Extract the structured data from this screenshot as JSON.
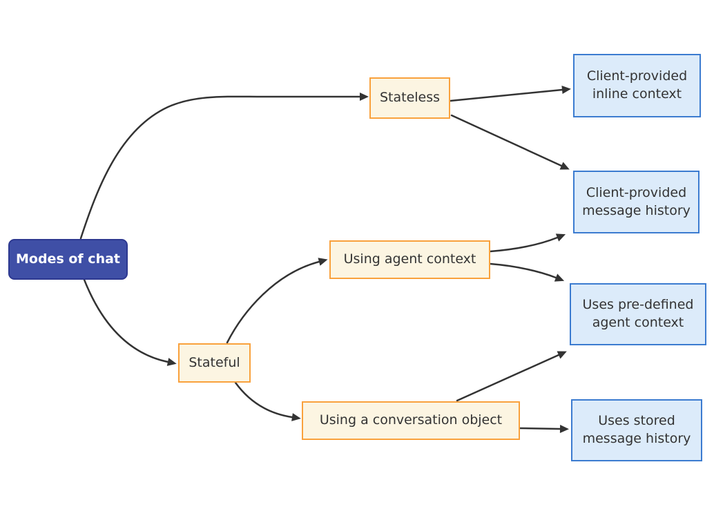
{
  "diagram": {
    "type": "flowchart",
    "orientation": "left-to-right",
    "title": "Modes of chat",
    "colors": {
      "background": "#FFFFFF",
      "edge_stroke": "#333333",
      "root_fill": "#3F4FA6",
      "root_border": "#2D3890",
      "root_text": "#FFFFFF",
      "branch_fill": "#FCF5E2",
      "branch_border": "#F9A13C",
      "leaf_fill": "#DCEBFA",
      "leaf_border": "#3B7BD0",
      "node_text": "#333333"
    },
    "nodes": {
      "root": {
        "label": "Modes of chat"
      },
      "stateless": {
        "label": "Stateless"
      },
      "stateful": {
        "label": "Stateful"
      },
      "agent_context": {
        "label": "Using agent context"
      },
      "conversation": {
        "label": "Using a conversation object"
      },
      "inline_context": {
        "label": "Client-provided\ninline context"
      },
      "message_history": {
        "label": "Client-provided\nmessage history"
      },
      "predefined_context": {
        "label": "Uses pre-defined\nagent context"
      },
      "stored_history": {
        "label": "Uses stored\nmessage history"
      }
    },
    "edges": [
      {
        "from": "Modes of chat",
        "to": "Stateless"
      },
      {
        "from": "Modes of chat",
        "to": "Stateful"
      },
      {
        "from": "Stateless",
        "to": "Client-provided inline context"
      },
      {
        "from": "Stateless",
        "to": "Client-provided message history"
      },
      {
        "from": "Stateful",
        "to": "Using agent context"
      },
      {
        "from": "Stateful",
        "to": "Using a conversation object"
      },
      {
        "from": "Using agent context",
        "to": "Client-provided message history"
      },
      {
        "from": "Using agent context",
        "to": "Uses pre-defined agent context"
      },
      {
        "from": "Using a conversation object",
        "to": "Uses pre-defined agent context"
      },
      {
        "from": "Using a conversation object",
        "to": "Uses stored message history"
      }
    ]
  }
}
